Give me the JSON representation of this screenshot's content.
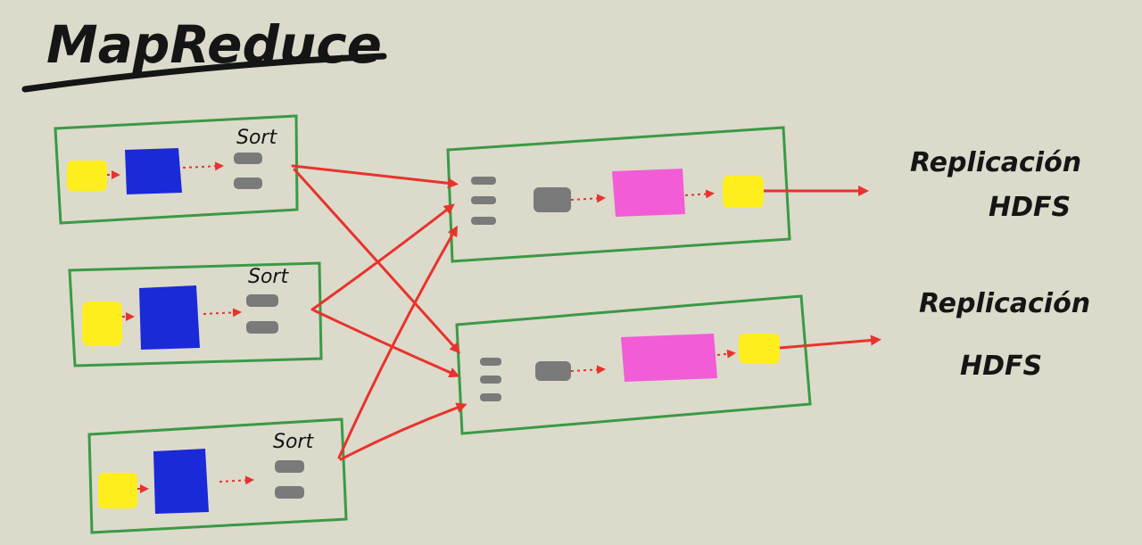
{
  "title": "MapReduce",
  "map_nodes": [
    {
      "label": "Sort"
    },
    {
      "label": "Sort"
    },
    {
      "label": "Sort"
    }
  ],
  "outputs": [
    {
      "line1": "Replicación",
      "line2": "HDFS"
    },
    {
      "line1": "Replicación",
      "line2": "HDFS"
    }
  ],
  "colors": {
    "background": "#dcdacb",
    "box_border": "#3a9a45",
    "input": "#ffee1e",
    "map": "#1a2ad8",
    "buffer": "#7a7a7a",
    "reduce": "#f25cd6",
    "arrow": "#e8332c",
    "ink": "#151515"
  }
}
